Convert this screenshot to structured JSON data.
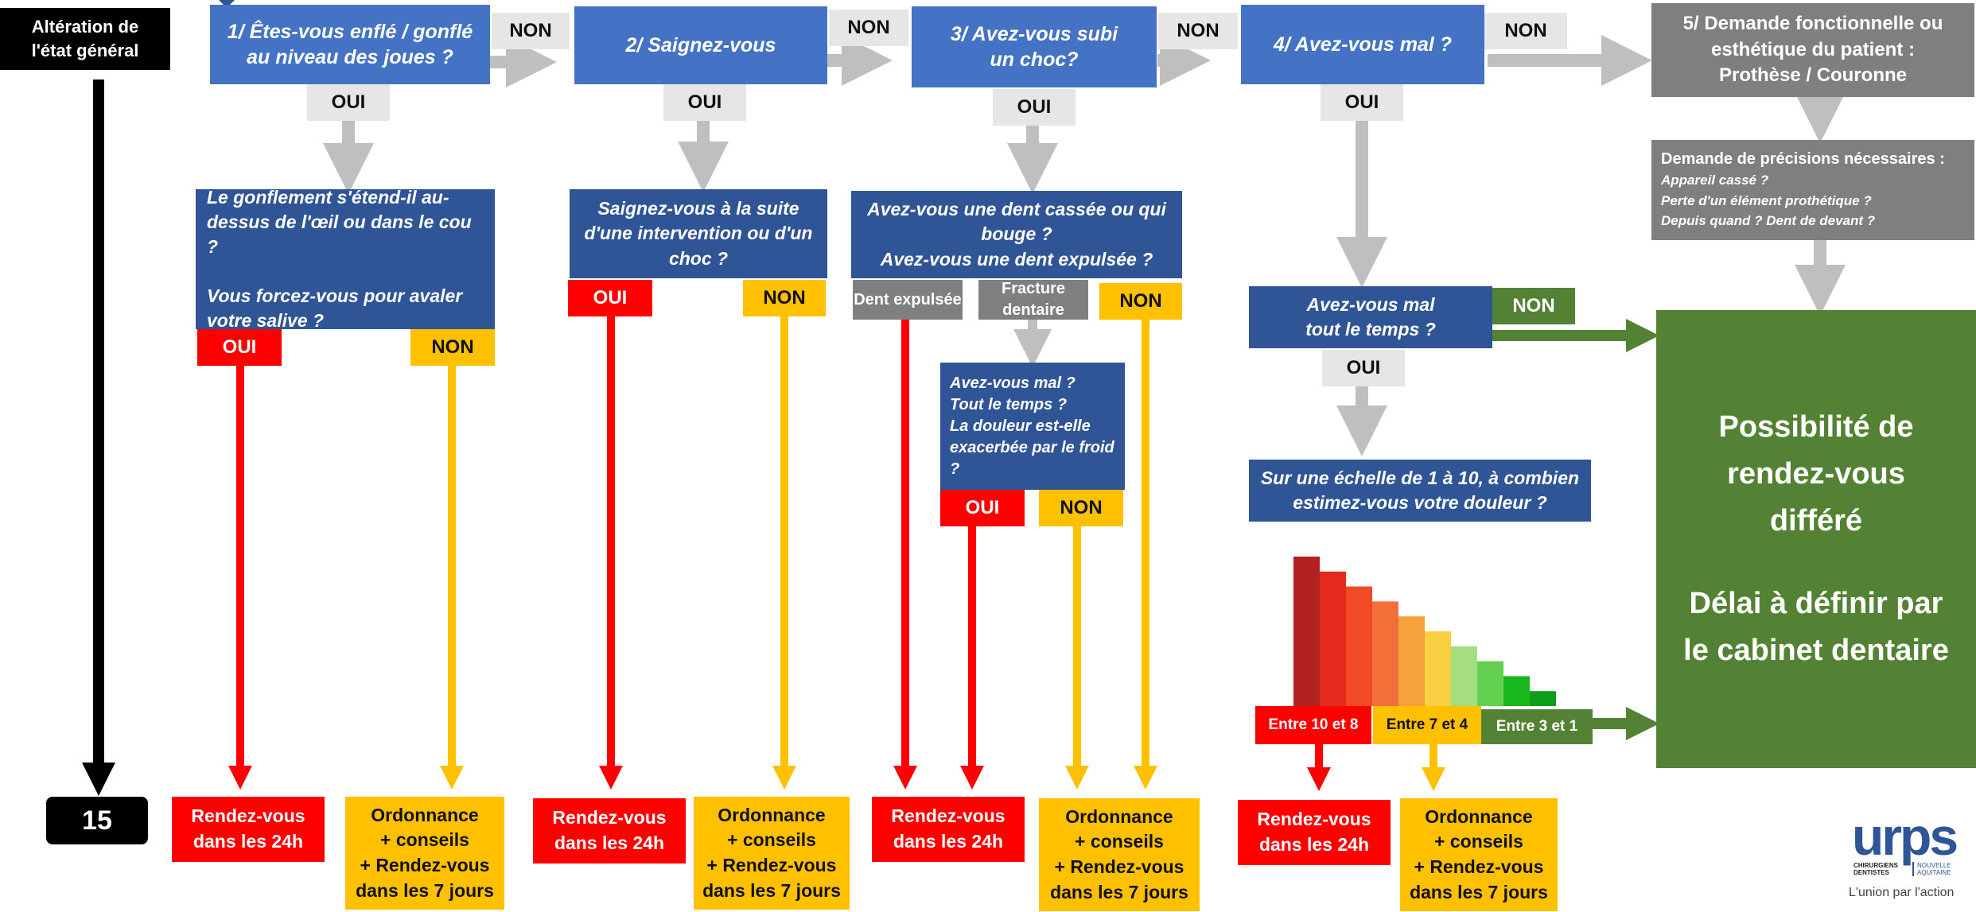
{
  "alteration": "Altération de\nl'état général",
  "emergency_number": "15",
  "q1": {
    "title": "1/ Êtes-vous enflé / gonflé au niveau des joues ?",
    "detail": "Le gonflement s'étend-il au-dessus de l'œil ou dans le cou ?\n\nVous forcez-vous pour avaler votre salive ?"
  },
  "q2": {
    "title": "2/ Saignez-vous",
    "detail": "Saignez-vous à la suite d'une intervention ou d'un choc ?"
  },
  "q3": {
    "title": "3/ Avez-vous subi un choc?",
    "detail": "Avez-vous une dent cassée ou qui bouge ?\nAvez-vous une dent expulsée ?",
    "dent_expulsee": "Dent expulsée",
    "fracture": "Fracture dentaire",
    "sub_question": "Avez-vous mal ?\nTout le temps ?\nLa douleur est-elle exacerbée par le froid ?"
  },
  "q4": {
    "title": "4/ Avez-vous mal ?",
    "detail": "Avez-vous mal\ntout le temps ?",
    "scale_question": "Sur une échelle de 1 à 10, à combien estimez-vous votre douleur ?",
    "range_high": "Entre 10 et 8",
    "range_mid": "Entre 7 et 4",
    "range_low": "Entre 3 et 1"
  },
  "q5": {
    "title": "5/ Demande fonctionnelle ou esthétique du patient :\nProthèse / Couronne",
    "precisions_title": "Demande de précisions nécessaires :",
    "precisions": [
      "Appareil cassé ?",
      "Perte d'un élément prothétique ?",
      "Depuis quand ? Dent de devant ?"
    ]
  },
  "labels": {
    "oui": "OUI",
    "non": "NON"
  },
  "results": {
    "urgent": "Rendez-vous\ndans les 24h",
    "ordonnance": "Ordonnance\n+ conseils\n+ Rendez-vous\ndans les 7 jours"
  },
  "final": {
    "line1": "Possibilité de rendez-vous différé",
    "line2": "Délai à définir par le cabinet dentaire"
  },
  "pain_scale": [
    10,
    9,
    8,
    7,
    6,
    5,
    4,
    3,
    2,
    1
  ],
  "pain_colors": [
    "#B22222",
    "#E52B1E",
    "#EE4B26",
    "#F26F3A",
    "#F7A13C",
    "#F8CF3E",
    "#A5DE7E",
    "#63D04F",
    "#16B81E",
    "#0E9E1A"
  ],
  "logo": {
    "brand": "urps",
    "sub1": "CHIRURGIENS DENTISTES",
    "sub2": "NOUVELLE AQUITAINE",
    "tagline": "L'union par l'action"
  },
  "colors": {
    "question": "#4472C4",
    "question_dark": "#2F5597",
    "urgent": "#FF0000",
    "moderate": "#FFC000",
    "green": "#548235",
    "grey": "#7F7F7F",
    "arrow": "#BFBFBF"
  }
}
